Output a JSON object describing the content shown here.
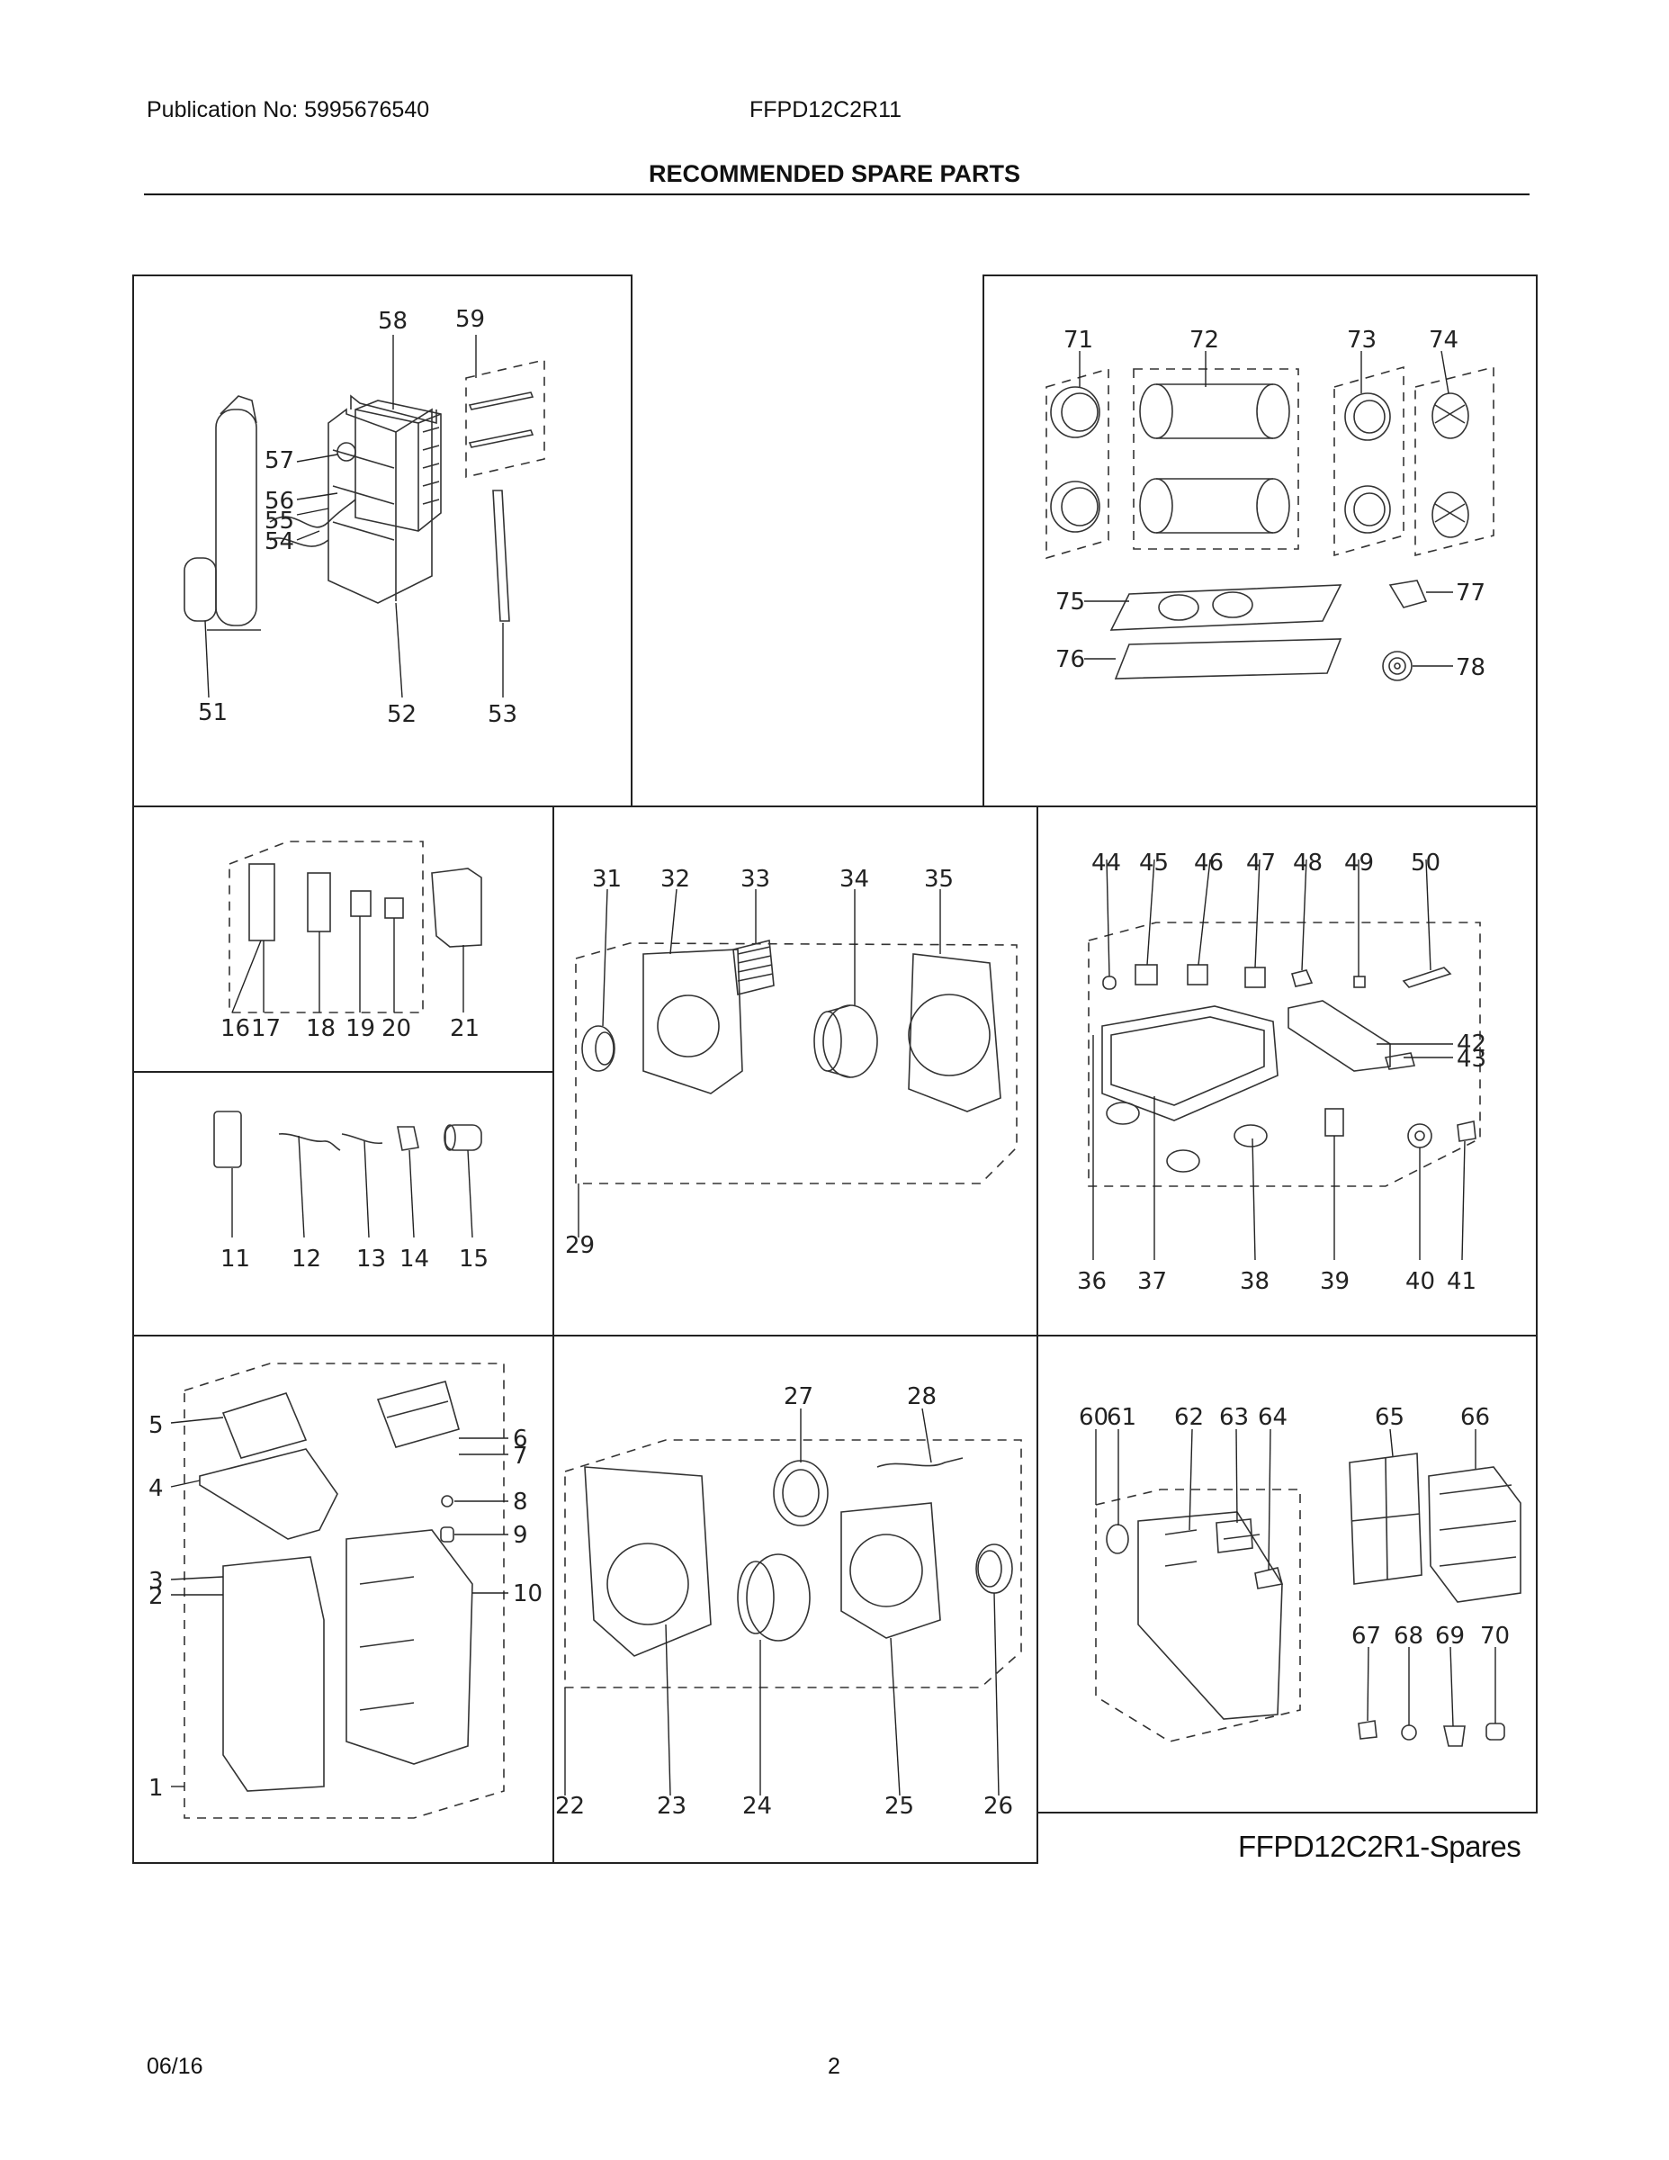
{
  "header": {
    "publication": "Publication No: 5995676540",
    "model": "FFPD12C2R11",
    "title": "RECOMMENDED SPARE PARTS"
  },
  "footer": {
    "date": "06/16",
    "page": "2"
  },
  "diagram_caption": "FFPD12C2R1-Spares",
  "part_numbers": {
    "p1": "1",
    "p2": "2",
    "p3": "3",
    "p4": "4",
    "p5": "5",
    "p6": "6",
    "p7": "7",
    "p8": "8",
    "p9": "9",
    "p10": "10",
    "p11": "11",
    "p12": "12",
    "p13": "13",
    "p14": "14",
    "p15": "15",
    "p16": "16",
    "p17": "17",
    "p18": "18",
    "p19": "19",
    "p20": "20",
    "p21": "21",
    "p22": "22",
    "p23": "23",
    "p24": "24",
    "p25": "25",
    "p26": "26",
    "p27": "27",
    "p28": "28",
    "p29": "29",
    "p31": "31",
    "p32": "32",
    "p33": "33",
    "p34": "34",
    "p35": "35",
    "p36": "36",
    "p37": "37",
    "p38": "38",
    "p39": "39",
    "p40": "40",
    "p41": "41",
    "p42": "42",
    "p43": "43",
    "p44": "44",
    "p45": "45",
    "p46": "46",
    "p47": "47",
    "p48": "48",
    "p49": "49",
    "p50": "50",
    "p51": "51",
    "p52": "52",
    "p53": "53",
    "p54": "54",
    "p55": "55",
    "p56": "56",
    "p57": "57",
    "p58": "58",
    "p59": "59",
    "p60": "60",
    "p61": "61",
    "p62": "62",
    "p63": "63",
    "p64": "64",
    "p65": "65",
    "p66": "66",
    "p67": "67",
    "p68": "68",
    "p69": "69",
    "p70": "70",
    "p71": "71",
    "p72": "72",
    "p73": "73",
    "p74": "74",
    "p75": "75",
    "p76": "76",
    "p77": "77",
    "p78": "78"
  }
}
